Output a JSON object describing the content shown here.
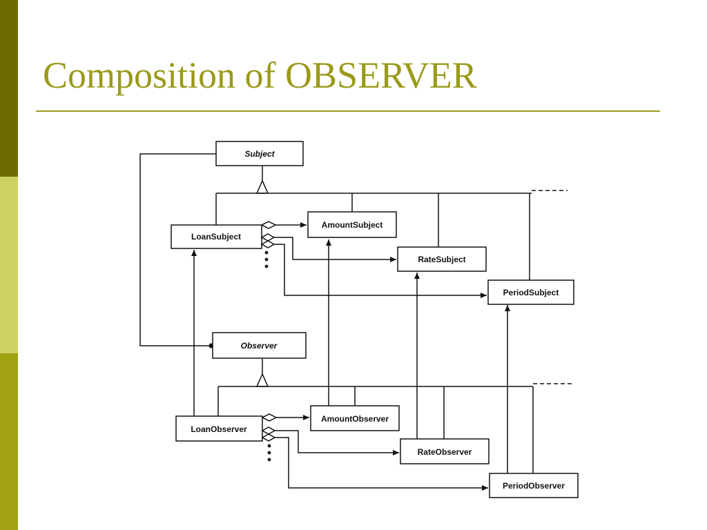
{
  "slide": {
    "title": "Composition of OBSERVER",
    "accent_color": "#9a9a1a",
    "side_colors": [
      "#6b6b00",
      "#cfd064",
      "#a0a212"
    ]
  },
  "diagram": {
    "classes": {
      "subject": {
        "label": "Subject",
        "abstract": true
      },
      "loan_subject": {
        "label": "LoanSubject"
      },
      "amount_subject": {
        "label": "AmountSubject"
      },
      "rate_subject": {
        "label": "RateSubject"
      },
      "period_subject": {
        "label": "PeriodSubject"
      },
      "observer": {
        "label": "Observer",
        "abstract": true
      },
      "loan_observer": {
        "label": "LoanObserver"
      },
      "amount_observer": {
        "label": "AmountObserver"
      },
      "rate_observer": {
        "label": "RateObserver"
      },
      "period_observer": {
        "label": "PeriodObserver"
      }
    }
  }
}
